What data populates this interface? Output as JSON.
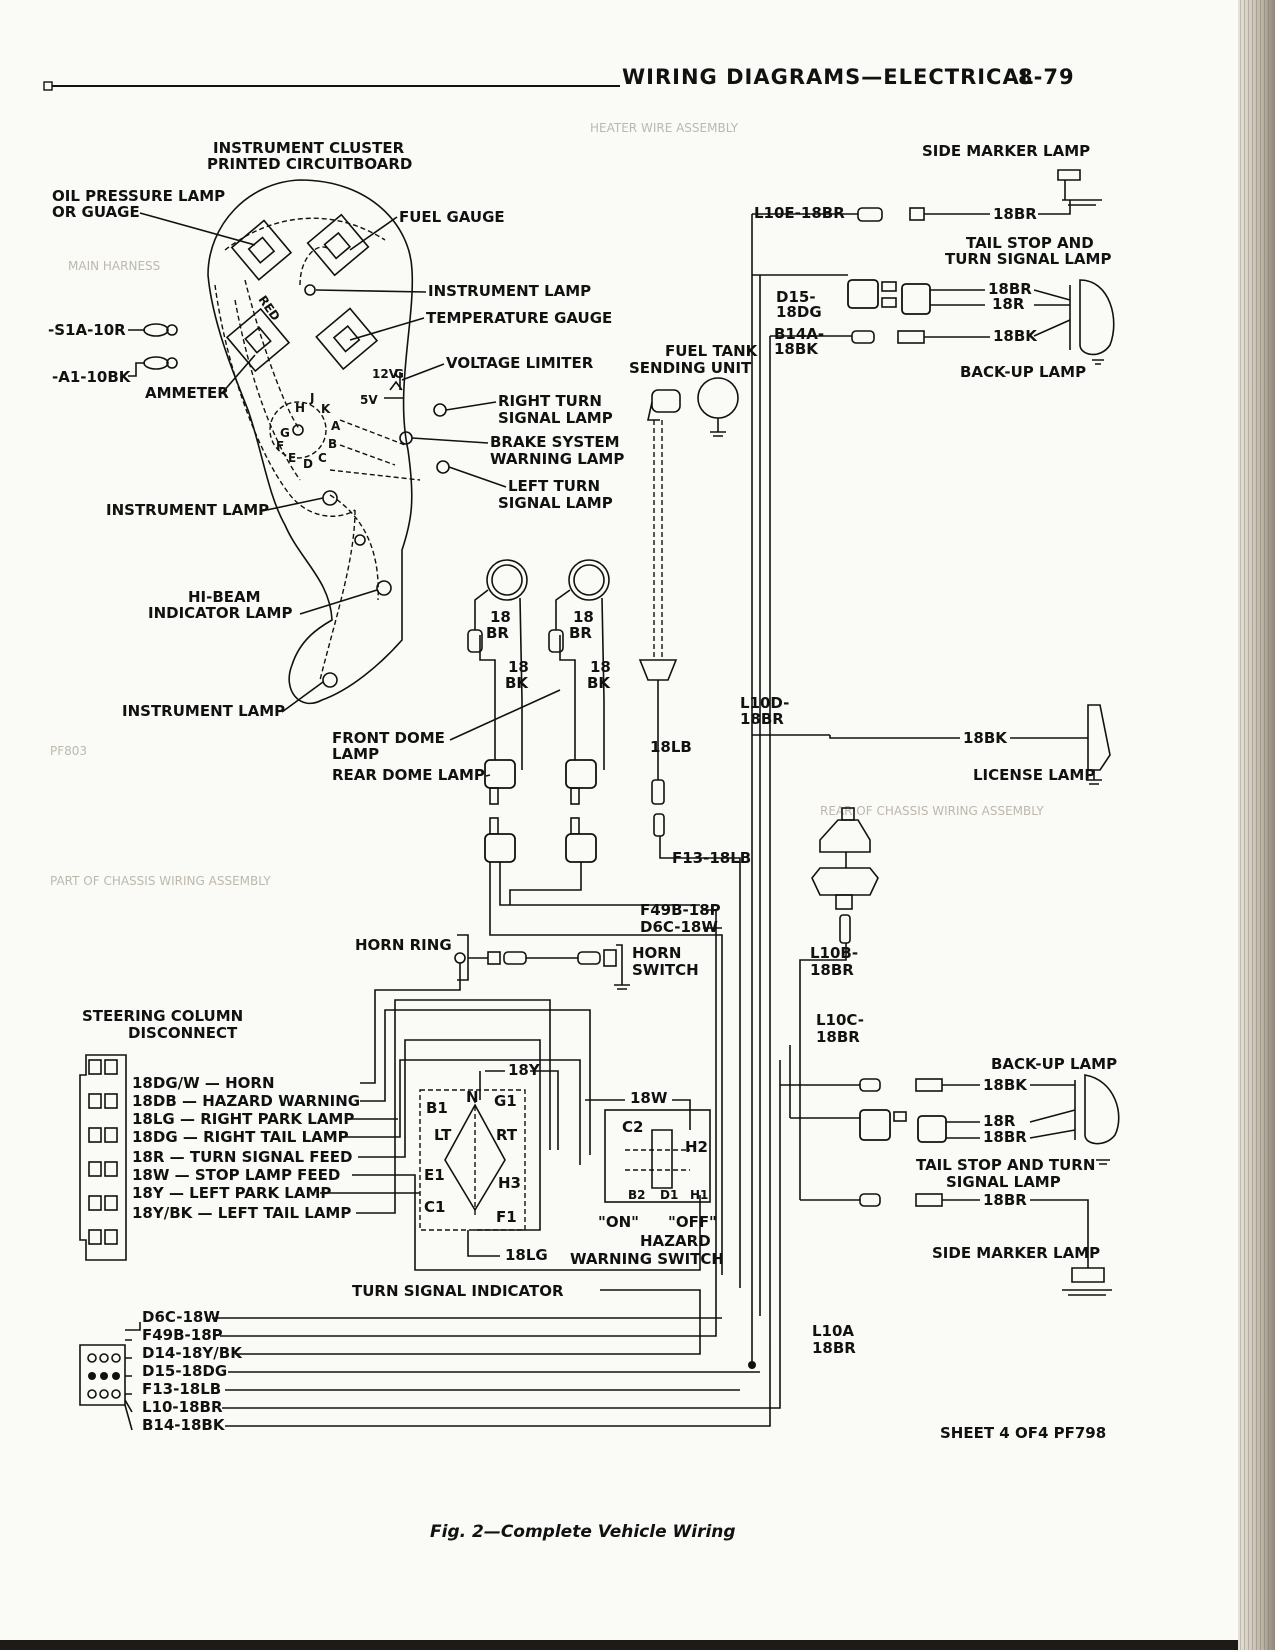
{
  "header": {
    "title": "WIRING DIAGRAMS—ELECTRICAL",
    "page_number": "8-79"
  },
  "caption": "Fig. 2—Complete Vehicle Wiring",
  "sheet_note": "SHEET 4 OF4 PF798",
  "cluster": {
    "title_line1": "INSTRUMENT CLUSTER",
    "title_line2": "PRINTED CIRCUITBOARD",
    "oil_line1": "OIL PRESSURE LAMP",
    "oil_line2": "OR GUAGE",
    "fuel_gauge": "FUEL GAUGE",
    "instrument_lamp": "INSTRUMENT LAMP",
    "temperature_gauge": "TEMPERATURE GAUGE",
    "voltage_limiter": "VOLTAGE LIMITER",
    "ammeter": "AMMETER",
    "s1a": "-S1A-10R",
    "a1": "-A1-10BK",
    "right_turn_line1": "RIGHT TURN",
    "right_turn_line2": "SIGNAL LAMP",
    "brake_line1": "BRAKE SYSTEM",
    "brake_line2": "WARNING LAMP",
    "left_turn_line1": "LEFT TURN",
    "left_turn_line2": "SIGNAL LAMP",
    "instrument_lamp_left": "INSTRUMENT LAMP",
    "hibeam_line1": "HI-BEAM",
    "hibeam_line2": "INDICATOR LAMP",
    "instrument_lamp_bottom": "INSTRUMENT LAMP",
    "red": "RED",
    "v12": "12V",
    "v5": "5V",
    "g_mark": "G",
    "pins": [
      "H",
      "J",
      "K",
      "A",
      "B",
      "C",
      "D",
      "E",
      "F",
      "G"
    ]
  },
  "dome": {
    "w1_a": "18",
    "w1_b": "BR",
    "w2_a": "18",
    "w2_b": "BK",
    "w3_a": "18",
    "w3_b": "BR",
    "w4_a": "18",
    "w4_b": "BK",
    "front_line1": "FRONT DOME",
    "front_line2": "LAMP",
    "rear": "REAR DOME LAMP"
  },
  "fuel": {
    "line1": "FUEL TANK",
    "line2": "SENDING UNIT",
    "wire": "18LB",
    "f13": "F13-18LB"
  },
  "rear": {
    "side_marker_top": "SIDE MARKER LAMP",
    "l10e": "L10E-18BR",
    "br_top": "18BR",
    "tail_line1": "TAIL STOP AND",
    "tail_line2": "TURN SIGNAL LAMP",
    "d15_a": "D15-",
    "d15_b": "18DG",
    "br2": "18BR",
    "r": "18R",
    "b14_a": "B14A-",
    "b14_b": "18BK",
    "bk": "18BK",
    "backup_top": "BACK-UP LAMP",
    "l10d_a": "L10D-",
    "l10d_b": "18BR",
    "license_wire": "18BK",
    "license": "LICENSE LAMP",
    "l10b_a": "L10B-",
    "l10b_b": "18BR",
    "l10c_a": "L10C-",
    "l10c_b": "18BR",
    "backup_right": "BACK-UP LAMP",
    "bk_right": "18BK",
    "r_right": "18R",
    "br_right": "18BR",
    "tail_right_line1": "TAIL STOP AND TURN",
    "tail_right_line2": "SIGNAL LAMP",
    "br_side": "18BR",
    "side_marker_bottom": "SIDE MARKER LAMP",
    "l10a_a": "L10A",
    "l10a_b": "18BR"
  },
  "steering": {
    "horn_ring": "HORN RING",
    "horn_switch_line1": "HORN",
    "horn_switch_line2": "SWITCH",
    "disconnect_line1": "STEERING COLUMN",
    "disconnect_line2": "DISCONNECT",
    "f49b": "F49B-18P",
    "d6c": "D6C-18W",
    "wires": [
      "18DG/W — HORN",
      "18DB — HAZARD WARNING",
      "18LG — RIGHT PARK LAMP",
      "18DG — RIGHT TAIL LAMP",
      "18R — TURN SIGNAL FEED",
      "18W — STOP LAMP FEED",
      "18Y — LEFT PARK LAMP",
      "18Y/BK — LEFT TAIL LAMP"
    ],
    "y18": "18Y",
    "w18": "18W",
    "lg18": "18LG",
    "turn_signal_indicator": "TURN SIGNAL INDICATOR",
    "hazard_on": "\"ON\"",
    "hazard_off": "\"OFF\"",
    "hazard_line1": "HAZARD",
    "hazard_line2": "WARNING SWITCH",
    "ts_terms": [
      "B1",
      "N",
      "G1",
      "LT",
      "RT",
      "E1",
      "H3",
      "C1",
      "F1"
    ],
    "hz_terms": [
      "C2",
      "H2",
      "B2",
      "D1",
      "H1"
    ]
  },
  "bottom_connector": {
    "wires": [
      "D6C-18W",
      "F49B-18P",
      "D14-18Y/BK",
      "D15-18DG",
      "F13-18LB",
      "L10-18BR",
      "B14-18BK"
    ]
  },
  "ghost_text": [
    "HEATER WIRE ASSEMBLY",
    "MAIN HARNESS",
    "PF803",
    "REAR OF CHASSIS WIRING ASSEMBLY",
    "PART OF CHASSIS WIRING ASSEMBLY"
  ]
}
